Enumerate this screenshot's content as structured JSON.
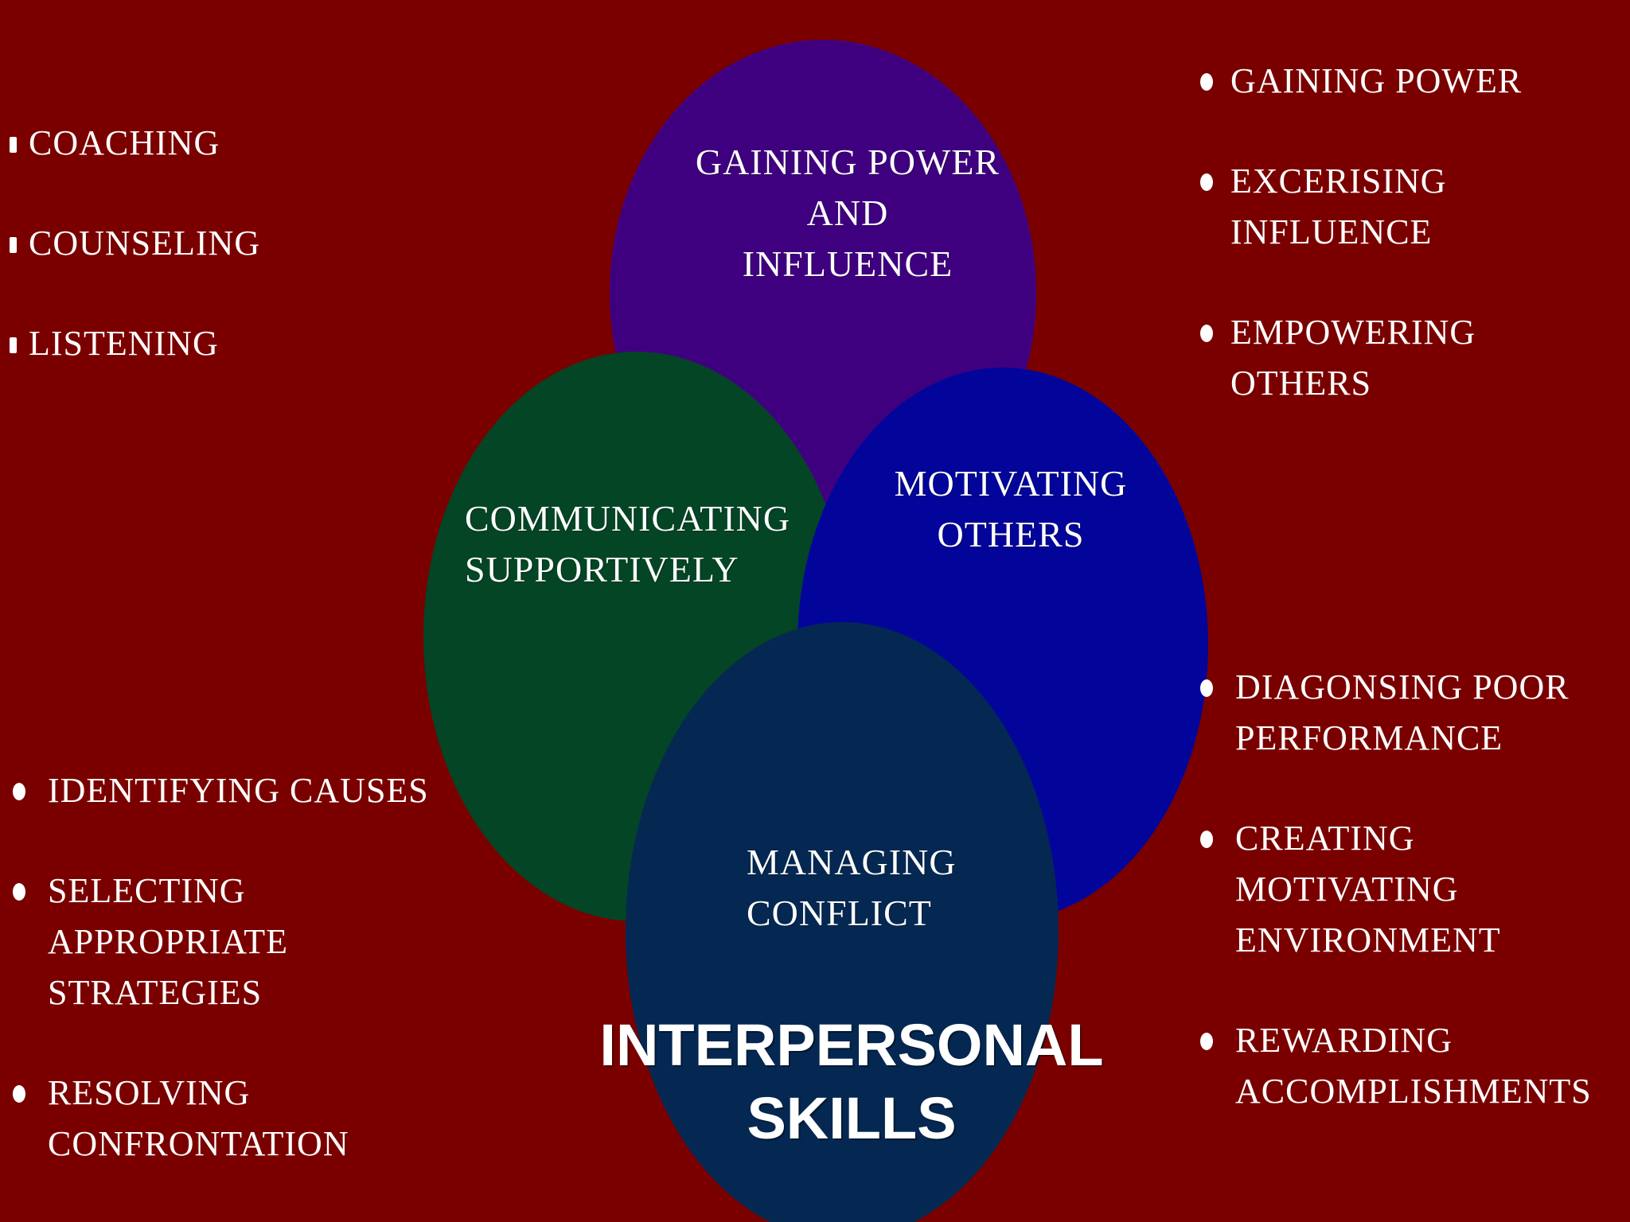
{
  "colors": {
    "background": "#7a0000",
    "power_circle": "#3f0080",
    "communicating_circle": "#034525",
    "motivating_circle": "#03059a",
    "conflict_circle": "#042852",
    "text": "#ffffff"
  },
  "circles": {
    "power": "GAINING POWER\nAND\nINFLUENCE",
    "communicating": "COMMUNICATING\nSUPPORTIVELY",
    "motivating": "MOTIVATING\nOTHERS",
    "conflict": "MANAGING\nCONFLICT"
  },
  "title": {
    "line1": "INTERPERSONAL",
    "line2": "SKILLS"
  },
  "lists": {
    "communicating": [
      "COACHING",
      "COUNSELING",
      "LISTENING"
    ],
    "power": [
      "GAINING POWER",
      "EXCERISING\nINFLUENCE",
      "EMPOWERING\nOTHERS"
    ],
    "conflict": [
      "IDENTIFYING CAUSES",
      "SELECTING\nAPPROPRIATE\nSTRATEGIES",
      "RESOLVING\nCONFRONTATION"
    ],
    "motivating": [
      "DIAGONSING POOR\nPERFORMANCE",
      "CREATING\nMOTIVATING\nENVIRONMENT",
      "REWARDING\nACCOMPLISHMENTS"
    ]
  }
}
